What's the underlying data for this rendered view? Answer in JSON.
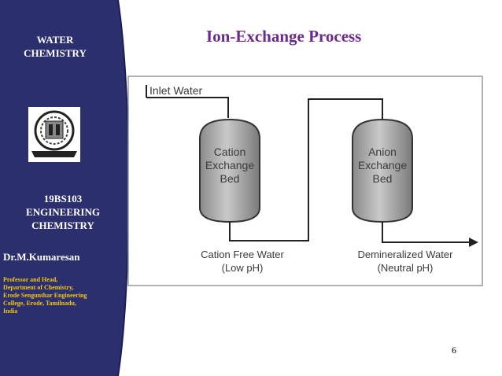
{
  "sidebar": {
    "subject": [
      "WATER",
      "CHEMISTRY"
    ],
    "course": [
      "19BS103",
      "ENGINEERING",
      "CHEMISTRY"
    ],
    "author": "Dr.M.Kumaresan",
    "affiliation": [
      "Professor and Head,",
      "Department of Chemistry,",
      "Erode Sengunthar Engineering",
      "College, Erode, Tamilnadu,",
      "India"
    ],
    "background_color": "#2b2f6e",
    "affiliation_color": "#f0c419"
  },
  "slide": {
    "title": "Ion-Exchange Process",
    "title_color": "#6b2a8c",
    "page_number": "6"
  },
  "diagram": {
    "inlet_label": "Inlet Water",
    "cation_bed": [
      "Cation",
      "Exchange",
      "Bed"
    ],
    "anion_bed": [
      "Anion",
      "Exchange",
      "Bed"
    ],
    "cation_out": [
      "Cation Free Water",
      "(Low pH)"
    ],
    "anion_out": [
      "Demineralized Water",
      "(Neutral pH)"
    ]
  }
}
